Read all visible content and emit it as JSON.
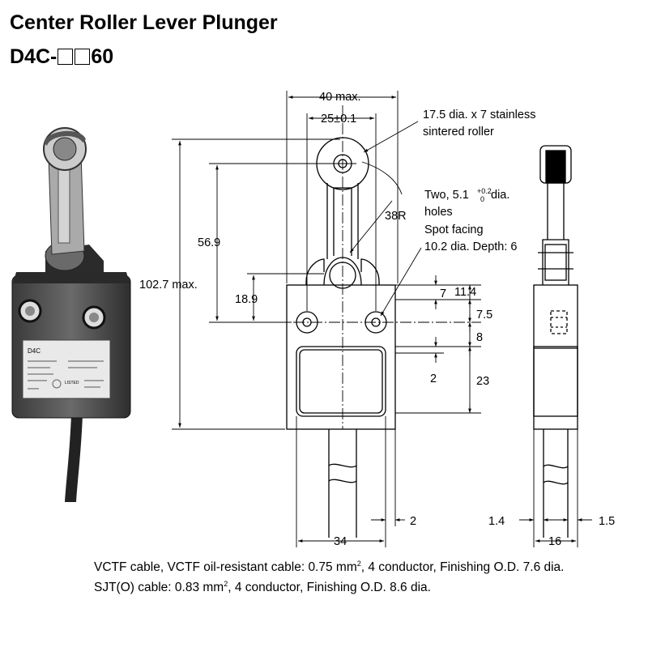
{
  "header": {
    "title": "Center Roller Lever Plunger",
    "model_prefix": "D4C-",
    "model_suffix": "60"
  },
  "photo": {
    "brand": "D4C",
    "cert": "LISTED"
  },
  "dimensions": {
    "width_max": "40 max.",
    "pitch": "25±0.1",
    "height_max": "102.7 max.",
    "h_56_9": "56.9",
    "h_18_9": "18.9",
    "radius": "38R",
    "d7": "7",
    "d11_4": "11.4",
    "d7_5": "7.5",
    "d8": "8",
    "d2v": "2",
    "d23": "23",
    "d2h": "2",
    "d34": "34",
    "d1_4": "1.4",
    "d1_5": "1.5",
    "d16": "16"
  },
  "callouts": {
    "roller_line1": "17.5 dia. x 7 stainless",
    "roller_line2": "sintered roller",
    "holes_pre": "Two, 5.1 ",
    "holes_tol_up": "+0.2",
    "holes_tol_dn": "0",
    "holes_post": " dia.",
    "holes_line2": "holes",
    "spot_line1": "Spot facing",
    "spot_line2": "10.2 dia. Depth: 6"
  },
  "notes": {
    "line1_a": "VCTF cable, VCTF oil-resistant cable: 0.75 mm",
    "line1_sup": "2",
    "line1_b": ", 4 conductor, Finishing O.D. 7.6 dia.",
    "line2_a": "SJT(O) cable: 0.83 mm",
    "line2_sup": "2",
    "line2_b": ", 4 conductor, Finishing O.D. 8.6 dia."
  }
}
